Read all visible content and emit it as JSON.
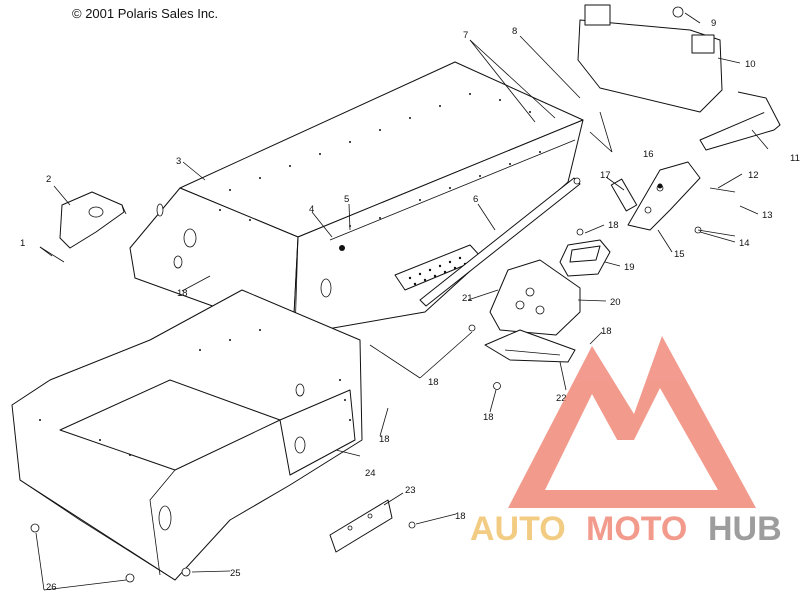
{
  "copyright": "© 2001 Polaris Sales Inc.",
  "callouts": {
    "c1": "1",
    "c2": "2",
    "c3": "3",
    "c4": "4",
    "c5": "5",
    "c6": "6",
    "c7": "7",
    "c8": "8",
    "c9": "9",
    "c10": "10",
    "c11": "11",
    "c12": "12",
    "c13": "13",
    "c14": "14",
    "c15": "15",
    "c16": "16",
    "c17": "17",
    "c18": "18",
    "c19": "19",
    "c20": "20",
    "c21": "21",
    "c22": "22",
    "c23": "23",
    "c24": "24",
    "c25": "25",
    "c26": "26"
  },
  "watermark": {
    "part1": "AUTO",
    "part2": "MOTO",
    "part3": "HUB",
    "colors": {
      "accent": "#f08a7a",
      "auto": "#f2c46e",
      "moto": "#f08a7a",
      "hub": "#8c8c8c"
    }
  }
}
